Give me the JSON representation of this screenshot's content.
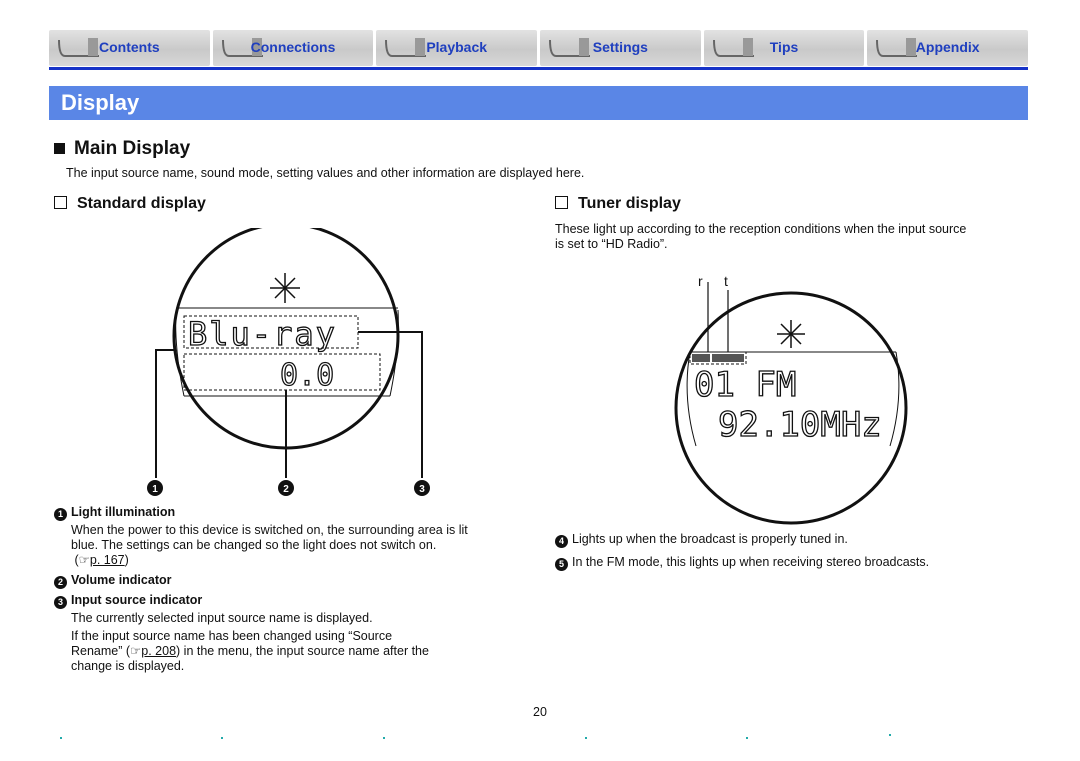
{
  "tabs": [
    "Contents",
    "Connections",
    "Playback",
    "Settings",
    "Tips",
    "Appendix"
  ],
  "title": "Display",
  "main_display": {
    "heading": "Main Display",
    "intro": "The input source name, sound mode, setting values and other information are displayed here."
  },
  "standard": {
    "heading": "Standard display",
    "display_text_top": "Blu-ray",
    "display_text_bottom": "0.0",
    "callouts": [
      "1",
      "2",
      "3"
    ],
    "items": [
      {
        "num": "1",
        "label": "Light illumination",
        "line1": "When the power to this device is switched on, the surrounding area is lit",
        "line2": "blue. The settings can be changed so the light does not switch on.",
        "ref_open": "(",
        "ref": "p. 167",
        "ref_close": ")"
      },
      {
        "num": "2",
        "label": "Volume indicator"
      },
      {
        "num": "3",
        "label": "Input source indicator",
        "line1": "The currently selected input source name is displayed.",
        "line2": "If the input source name has been changed using “Source",
        "line3a": "Rename” (",
        "ref": "p. 208",
        "line3b": ") in the menu, the input source name after the",
        "line4": "change is displayed."
      }
    ]
  },
  "tuner": {
    "heading": "Tuner display",
    "intro1": "These light up according to the reception conditions when the input source",
    "intro2": "is set to “HD Radio”.",
    "label_r": "r",
    "label_t": "t",
    "display_text_top": "01 FM",
    "display_text_bottom": "92.10MHz",
    "items": [
      {
        "num": "4",
        "text": "Lights up when the broadcast is properly tuned in."
      },
      {
        "num": "5",
        "text": "In the FM mode, this lights up when receiving stereo broadcasts."
      }
    ]
  },
  "page_number": "20",
  "colors": {
    "accent": "#1633c8",
    "title_bar": "#5a86e6",
    "tab_text": "#1f3fbf"
  }
}
